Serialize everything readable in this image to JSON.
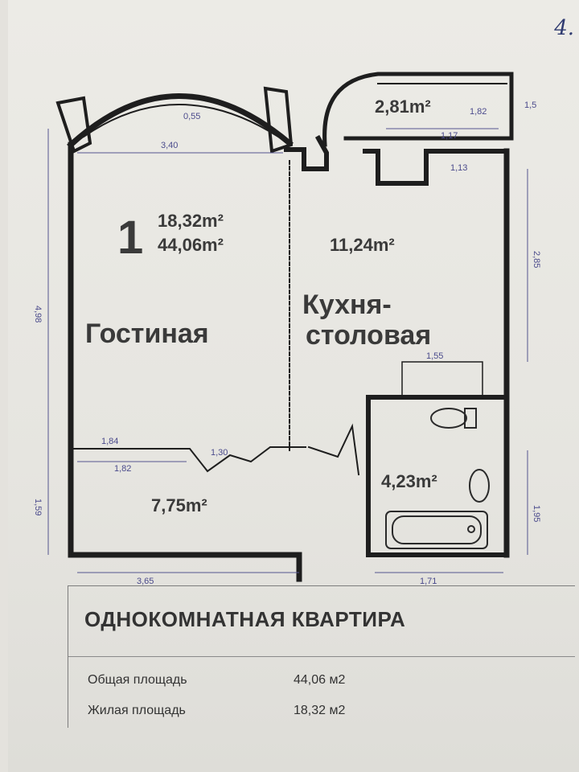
{
  "plan": {
    "living": {
      "number": "1",
      "area": "18,32m²",
      "total": "44,06m²",
      "name": "Гостиная"
    },
    "kitchen": {
      "area": "11,24m²",
      "name_line1": "Кухня-",
      "name_line2": "столовая"
    },
    "loggia": {
      "area": "2,81m²"
    },
    "hall": {
      "area": "7,75m²"
    },
    "bathroom": {
      "area": "4,23m²"
    },
    "dims": [
      "3,40",
      "4,98",
      "1,59",
      "3,65",
      "1,71",
      "2,85",
      "1,55",
      "1,95",
      "1,84",
      "1,82",
      "1,30",
      "0,55",
      "1,5",
      "1,82",
      "1,17",
      "1,13"
    ]
  },
  "caption": {
    "title": "ОДНОКОМНАТНАЯ КВАРТИРА",
    "rows": [
      {
        "label": "Общая площадь",
        "value": "44,06 м2"
      },
      {
        "label": "Жилая площадь",
        "value": "18,32 м2"
      }
    ]
  },
  "handwriting": "4."
}
